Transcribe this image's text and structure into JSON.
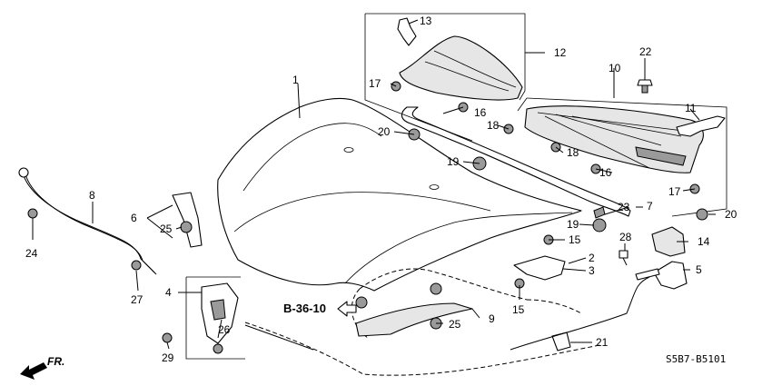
{
  "diagram": {
    "reference": "B-36-10",
    "front_label": "FR.",
    "diagram_code": "S5B7-B5101",
    "callouts": [
      "1",
      "2",
      "3",
      "4",
      "5",
      "6",
      "7",
      "8",
      "9",
      "10",
      "11",
      "12",
      "13",
      "14",
      "15",
      "15",
      "16",
      "16",
      "17",
      "17",
      "18",
      "18",
      "19",
      "19",
      "20",
      "20",
      "21",
      "22",
      "23",
      "24",
      "25",
      "25",
      "26",
      "27",
      "28",
      "29"
    ]
  }
}
